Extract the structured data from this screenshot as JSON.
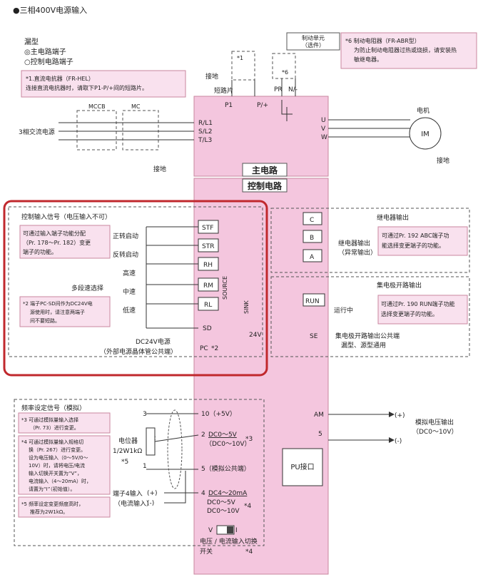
{
  "title": "●三相400V电源输入",
  "legend": {
    "heading": "漏型",
    "main": "◎主电路端子",
    "control": "○控制电路端子"
  },
  "notes": {
    "n1_a": "*1.直流电抗器（FR-HEL）",
    "n1_b": "连接直流电抗器时，请取下P1-P/+间的短路片。",
    "n6_a": "*6  制动电阻器（FR-ABR型）",
    "n6_b": "为防止制动电阻器过热或烧损，请安装热",
    "n6_c": "敏继电器。",
    "func_a": "可通过输入端子功能分配",
    "func_b": "（Pr. 178～Pr. 182）变更",
    "func_c": "端子的功能。",
    "n2_a": "*2  端子PC-SD间作为DC24V电",
    "n2_b": "源使用时，请注意两端子",
    "n2_c": "间不要短路。",
    "relay_a": "可通过Pr. 192 ABC端子功",
    "relay_b": "能选择变更端子的功能。",
    "oc_a": "可通过Pr. 190 RUN端子功能",
    "oc_b": "选择变更端子的功能。",
    "n3_a": "*3  可通过模拟量输入选择",
    "n3_b": "（Pr. 73）进行变更。",
    "n4_a": "*4  可通过模拟量输入规格切",
    "n4_b": "换（Pr. 267）进行变更。",
    "n4_c": "设为电压输入（0～5V/0～",
    "n4_d": "10V）时，请将电压/电流",
    "n4_e": "输入切换开关置为“V”，",
    "n4_f": "电流输入（4～20mA）时，",
    "n4_g": "请置为“I”（初始值）。",
    "n5_a": "*5  频率设定变更频度高时，",
    "n5_b": "推荐为2W1kΩ。"
  },
  "brake_unit": {
    "a": "制动单元",
    "b": "（选件）"
  },
  "labels": {
    "star1": "*1",
    "star6": "*6",
    "ground": "接地",
    "short_bar": "短路片",
    "p1": "P1",
    "pplus": "P/+",
    "pr": "PR",
    "nminus": "N/-",
    "mccb": "MCCB",
    "mc": "MC",
    "power_3ph": "3相交流电源",
    "r": "R/L1",
    "s": "S/L2",
    "t": "T/L3",
    "u": "U",
    "v": "V",
    "w": "W",
    "motor": "电机",
    "im": "IM",
    "main_circuit": "主电路",
    "control_circuit": "控制电路",
    "ctrl_input_title": "控制输入信号（电压输入不可）",
    "fwd": "正转启动",
    "rev": "反转启动",
    "hi": "高速",
    "mid": "中速",
    "lo": "低速",
    "multi": "多段速选择",
    "stf": "STF",
    "str": "STR",
    "rh": "RH",
    "rm": "RM",
    "rl": "RL",
    "sd": "SD",
    "pc": "PC",
    "pc_star": "*2",
    "source": "SOURCE",
    "sink": "SINK",
    "v24": "24V",
    "dc24_a": "DC24V电源",
    "dc24_b": "（外部电源晶体管公共端）",
    "relay_out": "继电器输出",
    "c": "C",
    "b": "B",
    "a": "A",
    "relay_desc_a": "继电器输出",
    "relay_desc_b": "（异常输出）",
    "oc_out": "集电极开路输出",
    "run": "RUN",
    "running": "运行中",
    "se": "SE",
    "se_desc_a": "集电极开路输出公共端",
    "se_desc_b": "漏型、源型通用",
    "freq_title": "频率设定信号（模拟）",
    "t10": "10（+5V）",
    "t2": "2",
    "t2_range": "DC0～5V",
    "t2_range2": "（DC0～10V）",
    "t2_star": "*3",
    "t5": "5（模拟公共端）",
    "t4": "4",
    "t4_r1": "DC4～20mA",
    "t4_r2": "DC0～5V",
    "t4_r3": "DC0～10V",
    "t4_star": "*4",
    "pot_a": "电位器",
    "pot_b": "1/2W1kΩ",
    "pot_star": "*5",
    "n3": "3",
    "n2": "2",
    "n1": "1",
    "t4_in_a": "端子4输入",
    "t4_in_b": "（电流输入）",
    "plus": "(+)",
    "minus": "(-)",
    "am": "AM",
    "five": "5",
    "analog_out_a": "模拟电压输出",
    "analog_out_b": "（DC0～10V）",
    "pu": "PU接口",
    "sw_v": "V",
    "sw_i": "I",
    "sw_a": "电压 / 电流输入切换",
    "sw_b": "开关",
    "sw_star": "*4"
  },
  "colors": {
    "panel": "#f4c6de",
    "note": "#f9e1ee",
    "highlight": "#c0282d"
  }
}
